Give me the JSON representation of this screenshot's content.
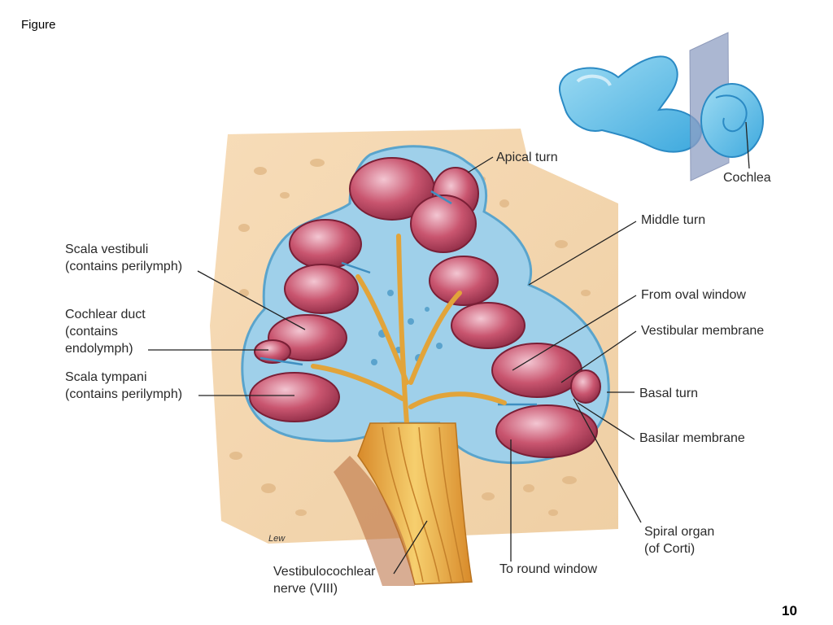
{
  "page": {
    "title": "Figure",
    "number": "10"
  },
  "figure": {
    "signature": "Lew",
    "labels": {
      "apical_turn": "Apical turn",
      "cochlea": "Cochlea",
      "middle_turn": "Middle turn",
      "scala_vestibuli": "Scala vestibuli\n(contains perilymph)",
      "cochlear_duct": "Cochlear duct\n(contains\nendolymph)",
      "scala_tympani": "Scala tympani\n(contains perilymph)",
      "from_oval_window": "From oval window",
      "vestibular_membrane": "Vestibular membrane",
      "basal_turn": "Basal turn",
      "basilar_membrane": "Basilar membrane",
      "spiral_organ": "Spiral organ\n(of Corti)",
      "vestibulocochlear_nerve": "Vestibulocochlear\nnerve (VIII)",
      "to_round_window": "To round window"
    }
  }
}
